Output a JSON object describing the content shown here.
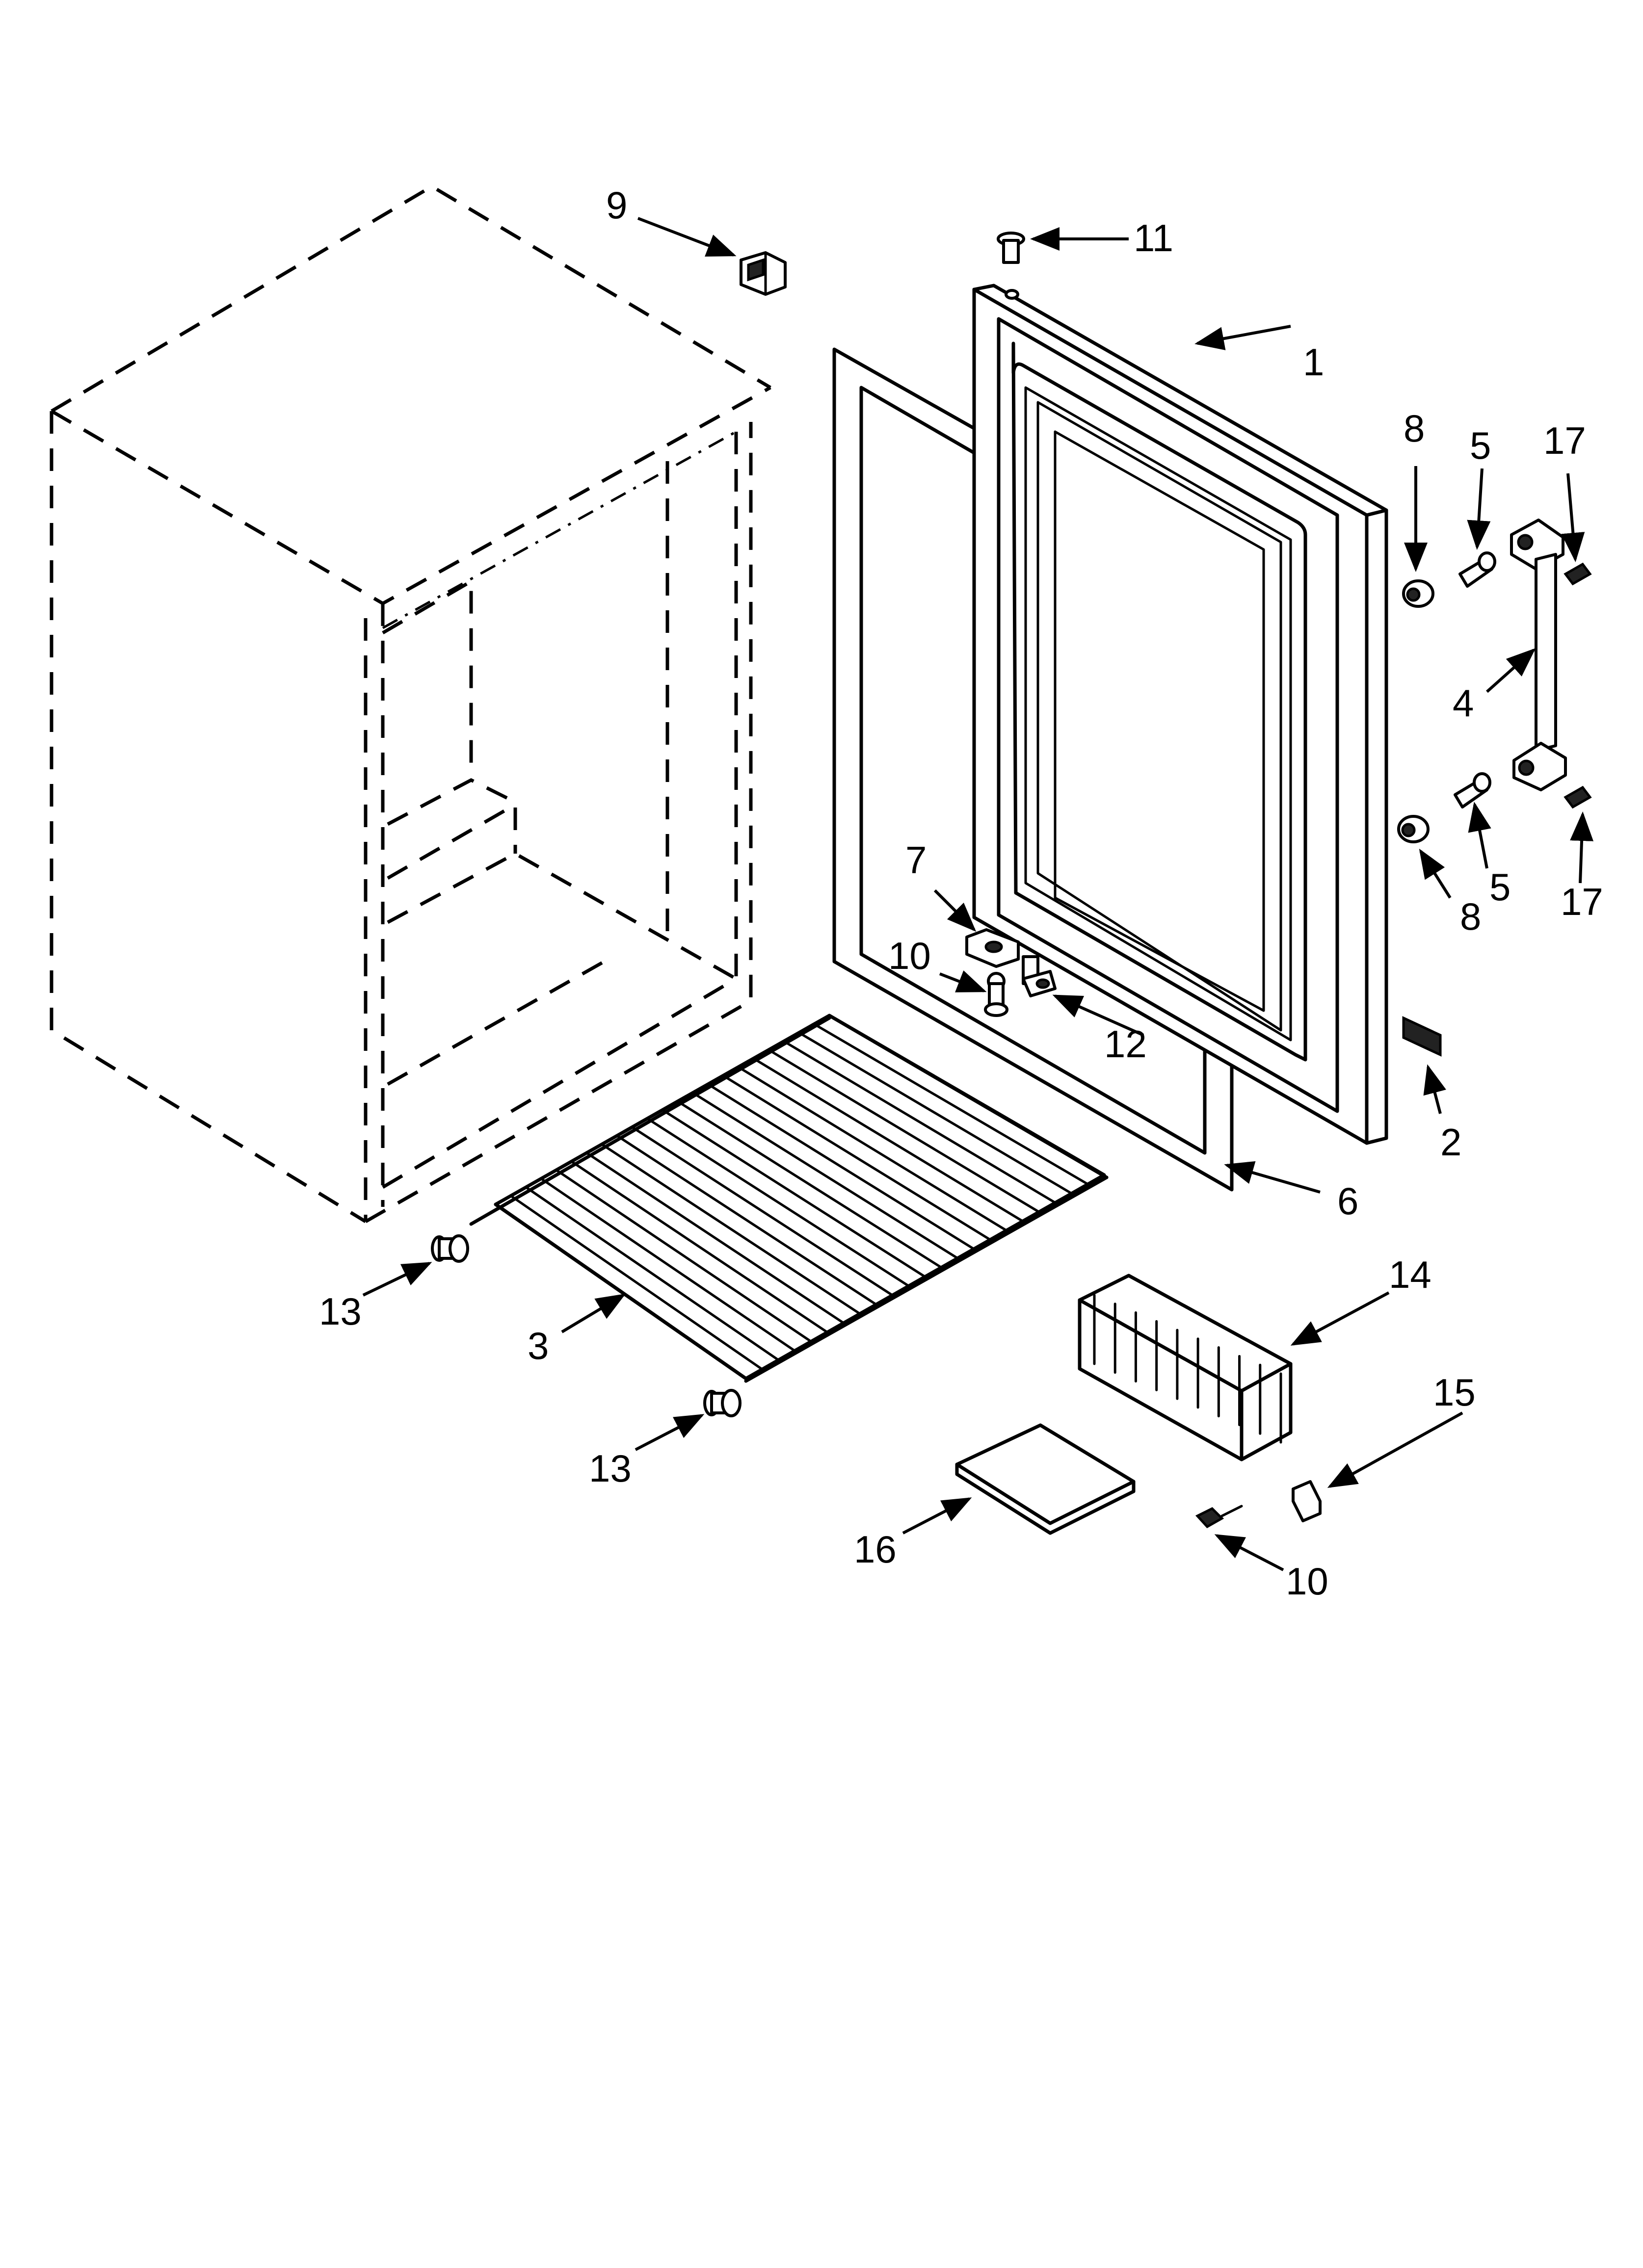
{
  "callouts": [
    {
      "label": "9"
    },
    {
      "label": "11"
    },
    {
      "label": "1"
    },
    {
      "label": "8"
    },
    {
      "label": "5"
    },
    {
      "label": "17"
    },
    {
      "label": "4"
    },
    {
      "label": "7"
    },
    {
      "label": "10"
    },
    {
      "label": "12"
    },
    {
      "label": "5"
    },
    {
      "label": "17"
    },
    {
      "label": "8"
    },
    {
      "label": "2"
    },
    {
      "label": "6"
    },
    {
      "label": "13"
    },
    {
      "label": "3"
    },
    {
      "label": "13"
    },
    {
      "label": "14"
    },
    {
      "label": "15"
    },
    {
      "label": "16"
    },
    {
      "label": "10"
    }
  ]
}
